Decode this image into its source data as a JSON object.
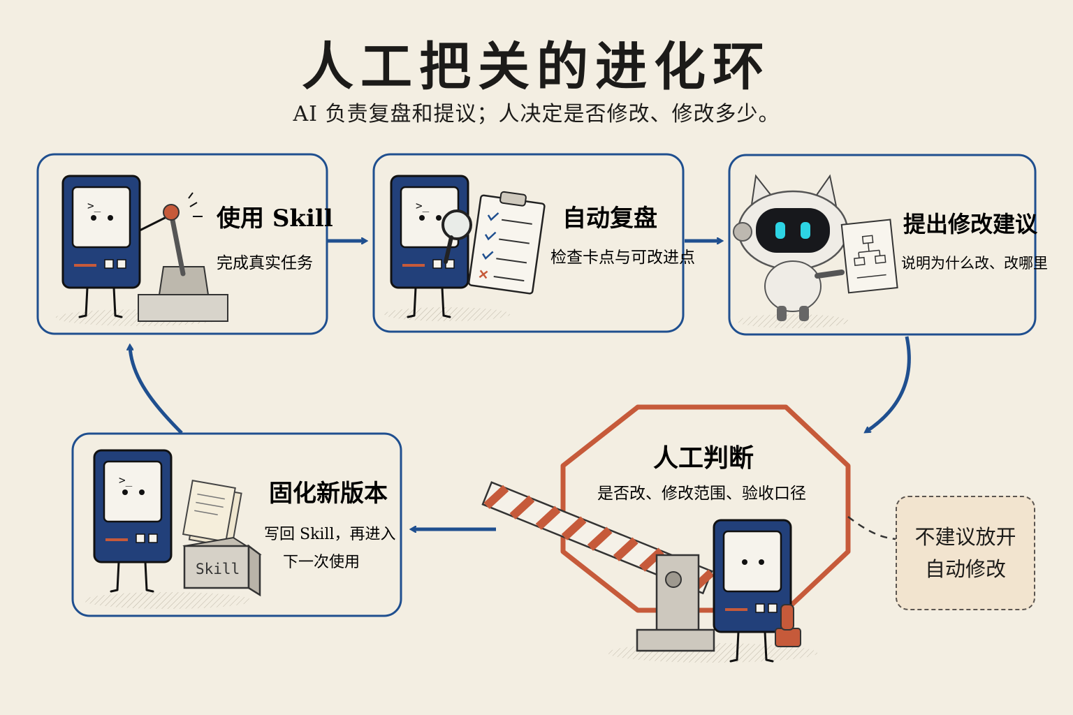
{
  "title": "人工把关的进化环",
  "subtitle": "AI 负责复盘和提议；人决定是否修改、修改多少。",
  "steps": [
    {
      "title": "使用 Skill",
      "desc": "完成真实任务"
    },
    {
      "title": "自动复盘",
      "desc": "检查卡点与可改进点"
    },
    {
      "title": "提出修改建议",
      "desc": "说明为什么改、改哪里"
    },
    {
      "title": "人工判断",
      "desc": "是否改、修改范围、验收口径"
    },
    {
      "title": "固化新版本",
      "desc": "写回 Skill，再进入",
      "desc2": "下一次使用"
    }
  ],
  "note": "不建议放开\n自动修改",
  "box_label": "Skill",
  "terminal_prompt": ">_",
  "colors": {
    "frame": "#1f4f8f",
    "device": "#22407a",
    "stop": "#c65a3a",
    "note_bg": "#f2e4cf",
    "background": "#f3eee2"
  }
}
